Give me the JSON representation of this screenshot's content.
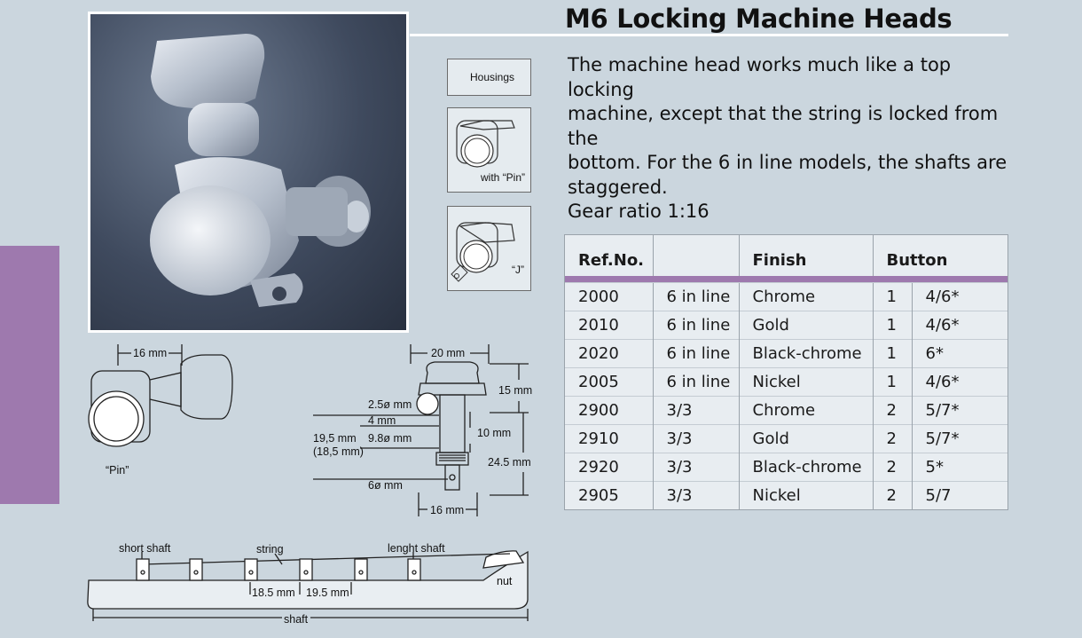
{
  "title": "M6 Locking Machine Heads",
  "description": [
    "The machine head works much like a top locking",
    "machine, except that the string is locked from the",
    "bottom. For the 6 in line models, the shafts are",
    "staggered.",
    "Gear ratio 1:16"
  ],
  "housings": {
    "label": "Housings",
    "pin_label": "with “Pin”",
    "j_label": "“J”"
  },
  "table": {
    "headers": [
      "Ref.No.",
      "",
      "Finish",
      "Button"
    ],
    "rows": [
      [
        "2000",
        "6 in line",
        "Chrome",
        "1",
        "4/6*"
      ],
      [
        "2010",
        "6 in line",
        "Gold",
        "1",
        "4/6*"
      ],
      [
        "2020",
        "6 in line",
        "Black-chrome",
        "1",
        "6*"
      ],
      [
        "2005",
        "6 in line",
        "Nickel",
        "1",
        "4/6*"
      ],
      [
        "2900",
        "3/3",
        "Chrome",
        "2",
        "5/7*"
      ],
      [
        "2910",
        "3/3",
        "Gold",
        "2",
        "5/7*"
      ],
      [
        "2920",
        "3/3",
        "Black-chrome",
        "2",
        "5*"
      ],
      [
        "2905",
        "3/3",
        "Nickel",
        "2",
        "5/7"
      ]
    ]
  },
  "dimensions_side": {
    "button": "16 mm",
    "pin": "“Pin”"
  },
  "dimensions_front": {
    "top_width": "20 mm",
    "button_height": "15 mm",
    "pin_dia": "2.5ø mm",
    "offset": "4 mm",
    "shaft_len": "19,5 mm",
    "shaft_len_alt": "(18,5 mm)",
    "shaft_dia": "9.8ø mm",
    "bushing": "10 mm",
    "total": "24.5 mm",
    "post_dia": "6ø mm",
    "base_width": "16 mm"
  },
  "headstock": {
    "short_shaft": "short shaft",
    "string": "string",
    "long_shaft": "lenght shaft",
    "nut": "nut",
    "spacing_a": "18.5 mm",
    "spacing_b": "19.5 mm",
    "shaft": "shaft"
  },
  "colors": {
    "background": "#cbd6de",
    "accent": "#9e79ae",
    "table_bg": "#e8edf1"
  }
}
